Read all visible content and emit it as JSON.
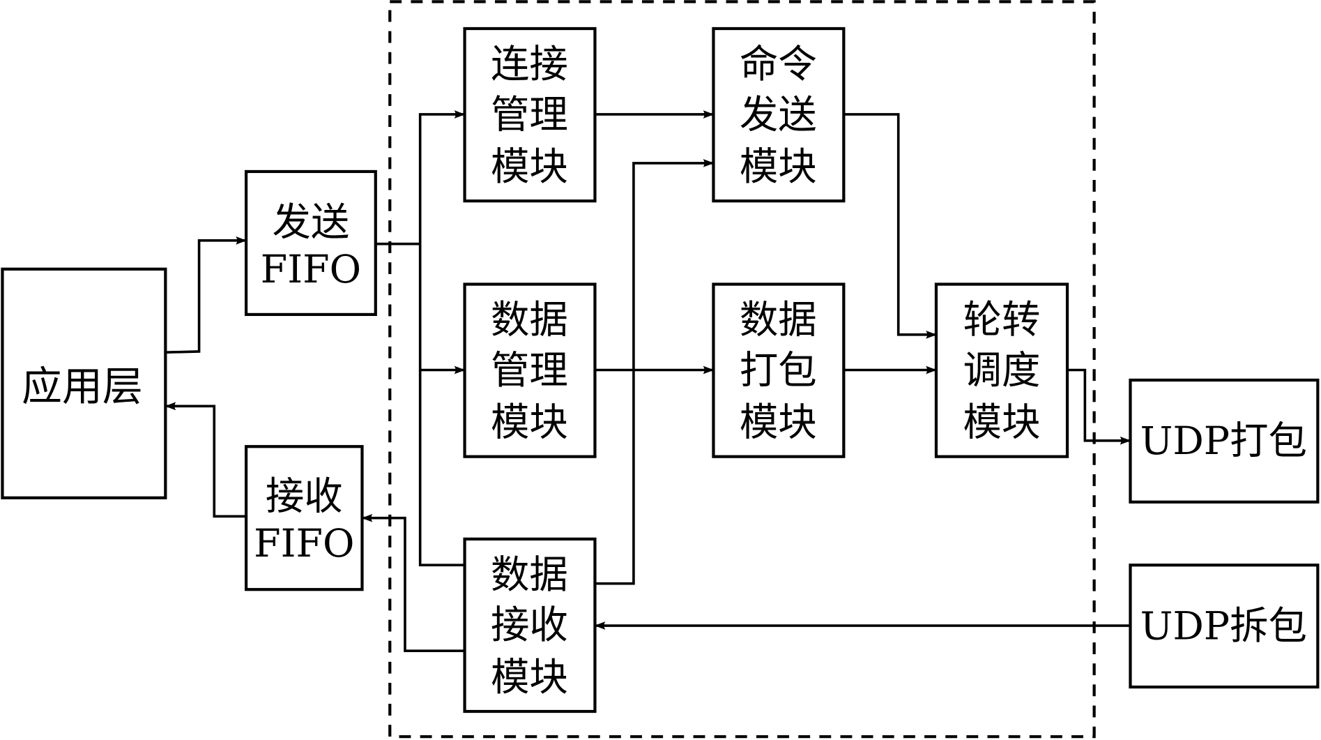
{
  "diagram": {
    "type": "block-diagram",
    "blocks": {
      "app_layer": {
        "lines": [
          "应用层"
        ]
      },
      "send_fifo": {
        "lines": [
          "发送",
          "FIFO"
        ]
      },
      "recv_fifo": {
        "lines": [
          "接收",
          "FIFO"
        ]
      },
      "conn_mgmt": {
        "lines": [
          "连接",
          "管理",
          "模块"
        ]
      },
      "data_mgmt": {
        "lines": [
          "数据",
          "管理",
          "模块"
        ]
      },
      "data_recv": {
        "lines": [
          "数据",
          "接收",
          "模块"
        ]
      },
      "cmd_send": {
        "lines": [
          "命令",
          "发送",
          "模块"
        ]
      },
      "data_pack": {
        "lines": [
          "数据",
          "打包",
          "模块"
        ]
      },
      "round_robin": {
        "lines": [
          "轮转",
          "调度",
          "模块"
        ]
      },
      "udp_pack": {
        "lines": [
          "UDP打包"
        ]
      },
      "udp_unpack": {
        "lines": [
          "UDP拆包"
        ]
      }
    },
    "edges": [
      {
        "from": "app_layer",
        "to": "send_fifo"
      },
      {
        "from": "send_fifo",
        "to": "conn_mgmt"
      },
      {
        "from": "send_fifo",
        "to": "data_mgmt"
      },
      {
        "from": "send_fifo",
        "to": "data_recv"
      },
      {
        "from": "conn_mgmt",
        "to": "cmd_send"
      },
      {
        "from": "data_recv",
        "to": "cmd_send"
      },
      {
        "from": "data_mgmt",
        "to": "data_pack"
      },
      {
        "from": "cmd_send",
        "to": "round_robin"
      },
      {
        "from": "data_pack",
        "to": "round_robin"
      },
      {
        "from": "round_robin",
        "to": "udp_pack"
      },
      {
        "from": "udp_unpack",
        "to": "data_recv"
      },
      {
        "from": "data_recv",
        "to": "recv_fifo"
      },
      {
        "from": "recv_fifo",
        "to": "app_layer"
      }
    ]
  }
}
